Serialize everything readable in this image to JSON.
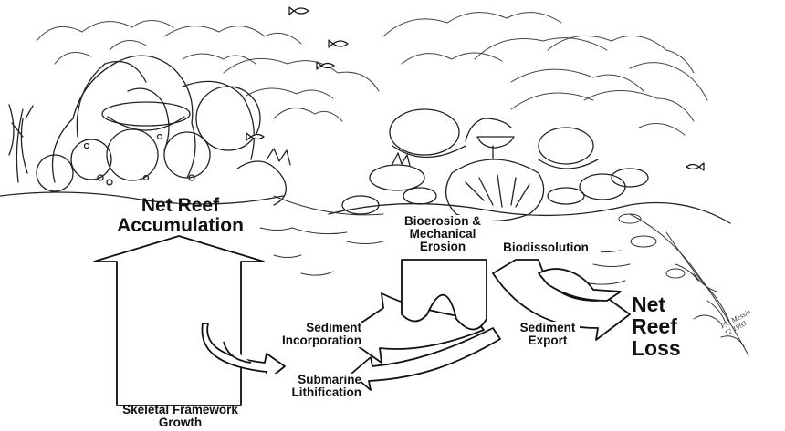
{
  "labels": {
    "net_reef_accumulation": [
      "Net Reef",
      "Accumulation"
    ],
    "skeletal_framework_growth": [
      "Skeletal Framework",
      "Growth"
    ],
    "bioerosion": [
      "Bioerosion &",
      "Mechanical",
      "Erosion"
    ],
    "biodissolution": "Biodissolution",
    "sediment_incorporation": [
      "Sediment",
      "Incorporation"
    ],
    "submarine_lithification": [
      "Submarine",
      "Lithification"
    ],
    "sediment_export": [
      "Sediment",
      "Export"
    ],
    "net_reef_loss": [
      "Net",
      "Reef",
      "Loss"
    ]
  },
  "signature": [
    "P.C.Messin",
    "12 1993"
  ],
  "colors": {
    "ink": "#111111",
    "paper": "#ffffff"
  }
}
